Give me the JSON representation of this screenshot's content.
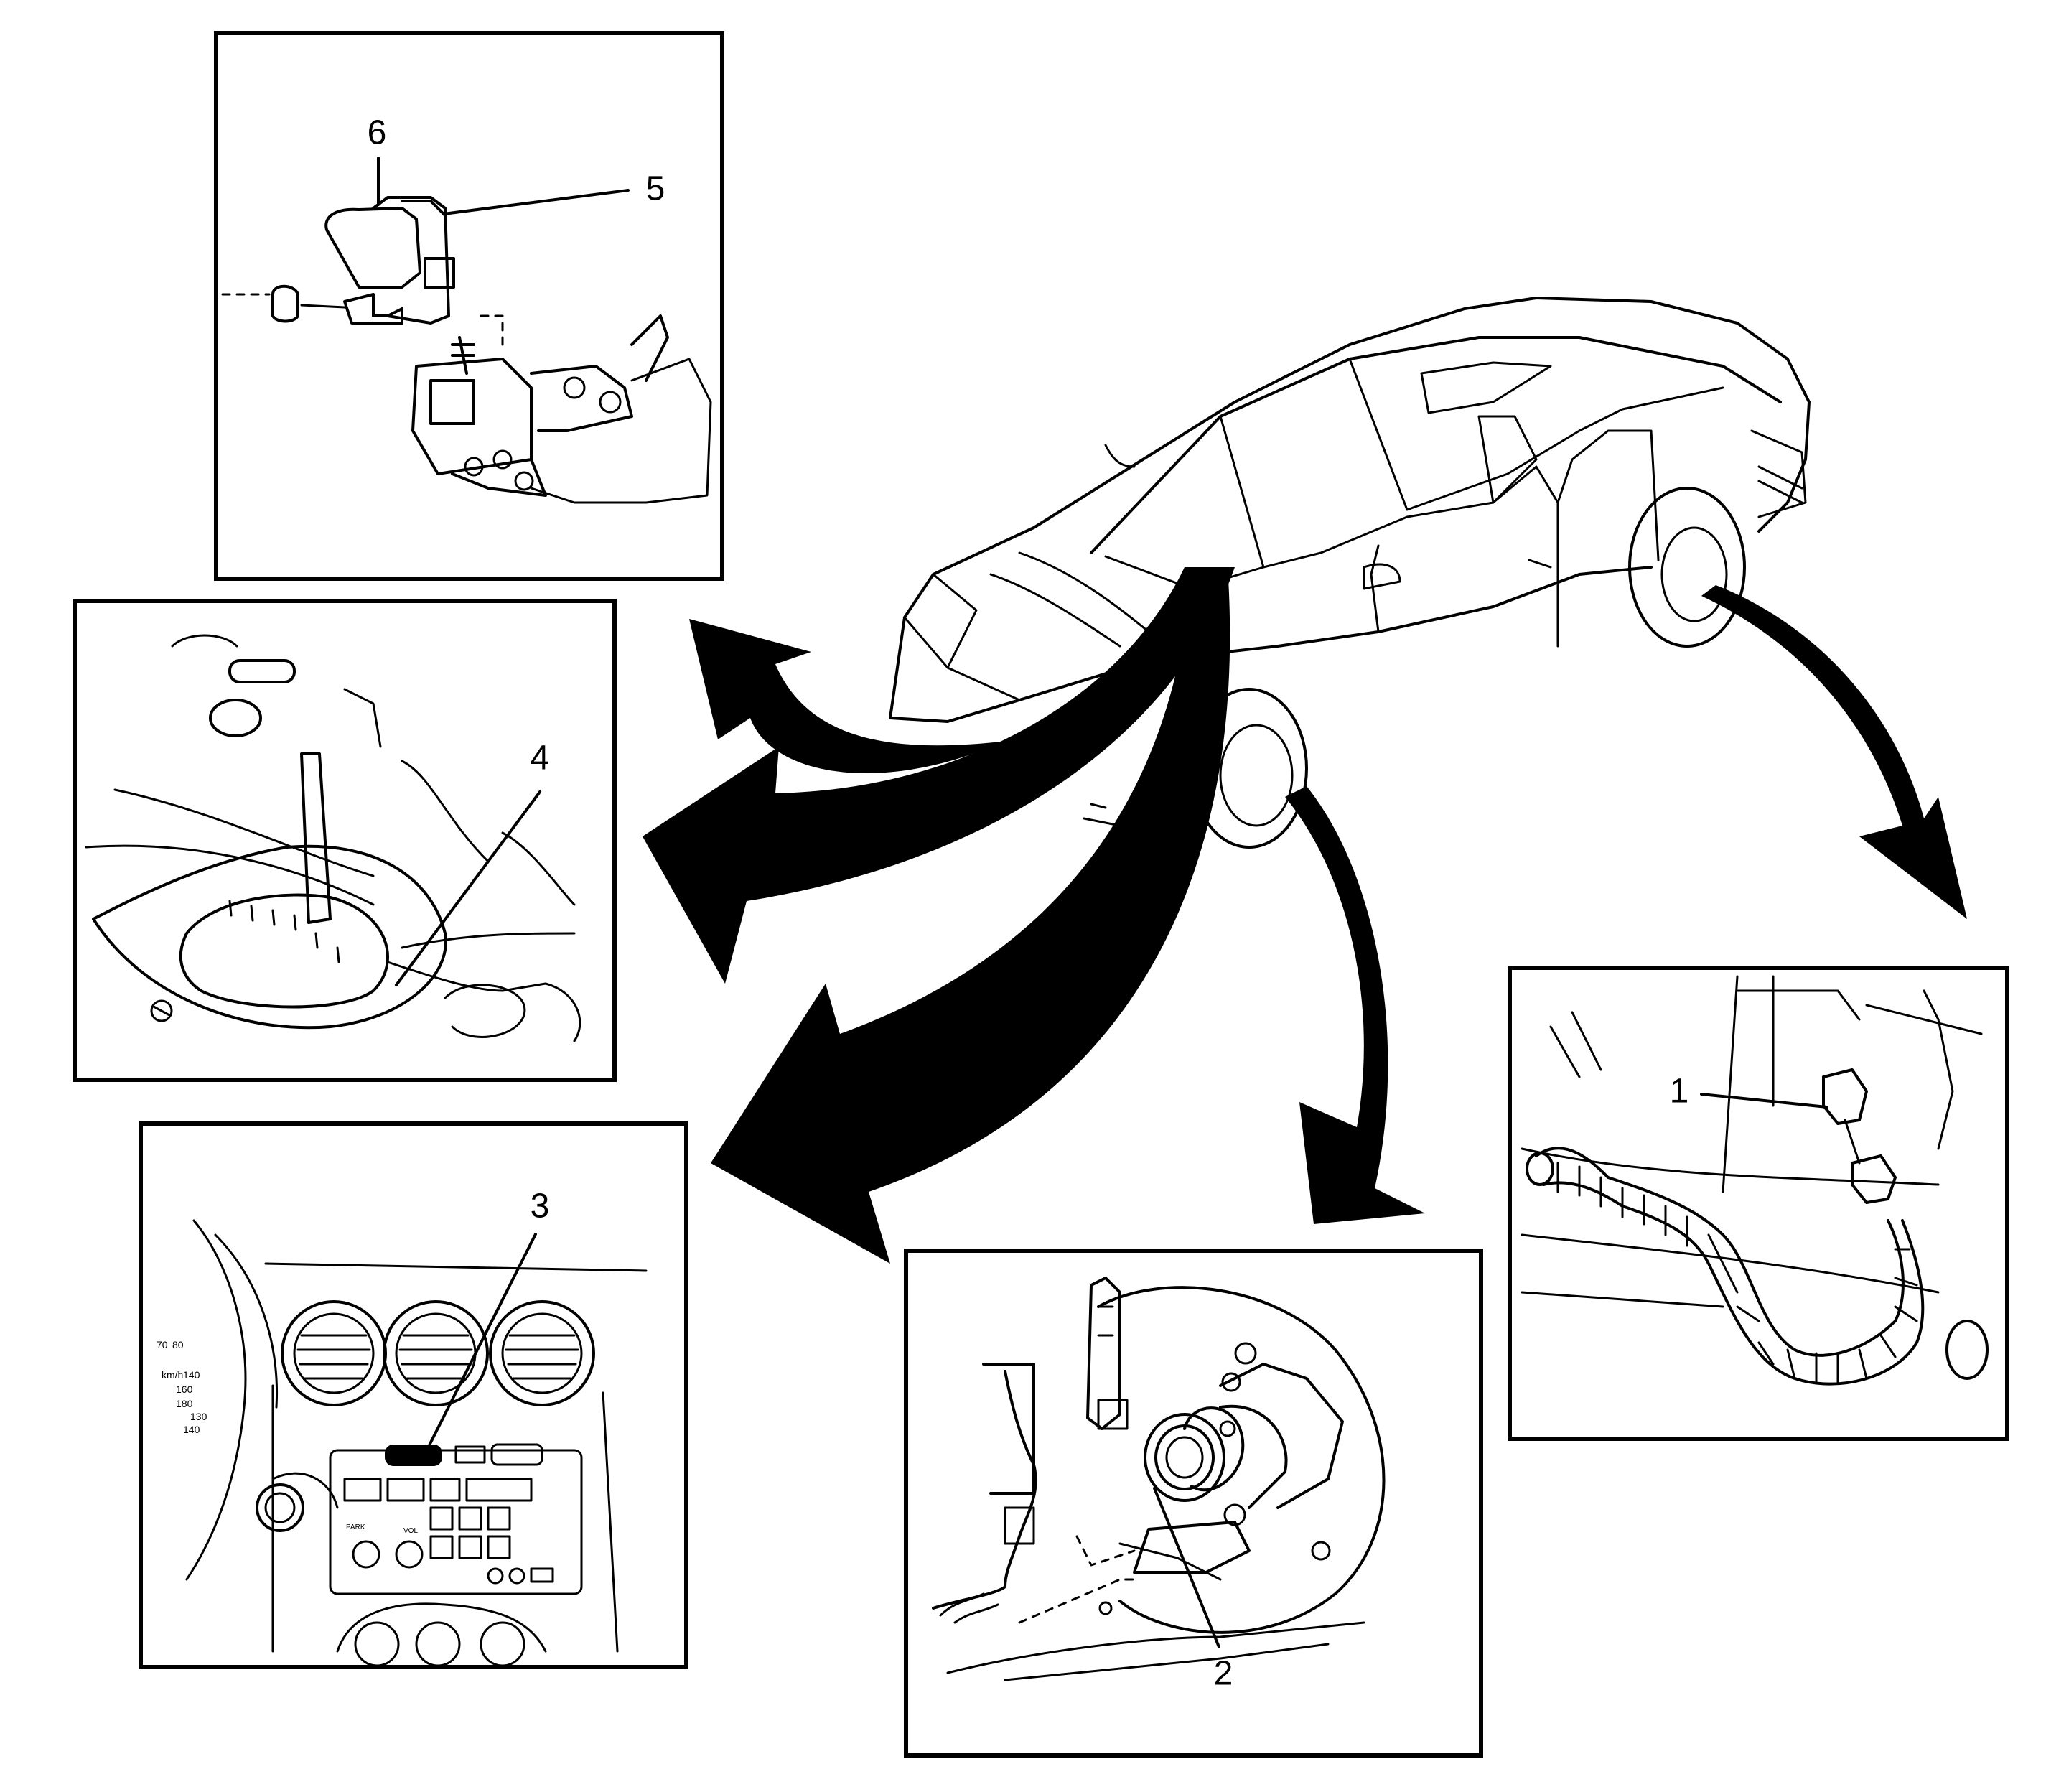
{
  "diagram": {
    "callouts": {
      "c1": "1",
      "c2": "2",
      "c3": "3",
      "c4": "4",
      "c5": "5",
      "c6": "6"
    },
    "gauge_labels": {
      "g70": "70",
      "g80": "80",
      "g140a": "140",
      "g160": "160",
      "g180": "180",
      "g130": "130",
      "g140b": "140",
      "kmh": "km/h",
      "park": "PARK",
      "vol": "VOL"
    },
    "colors": {
      "ink": "#000000",
      "paper": "#ffffff"
    }
  }
}
